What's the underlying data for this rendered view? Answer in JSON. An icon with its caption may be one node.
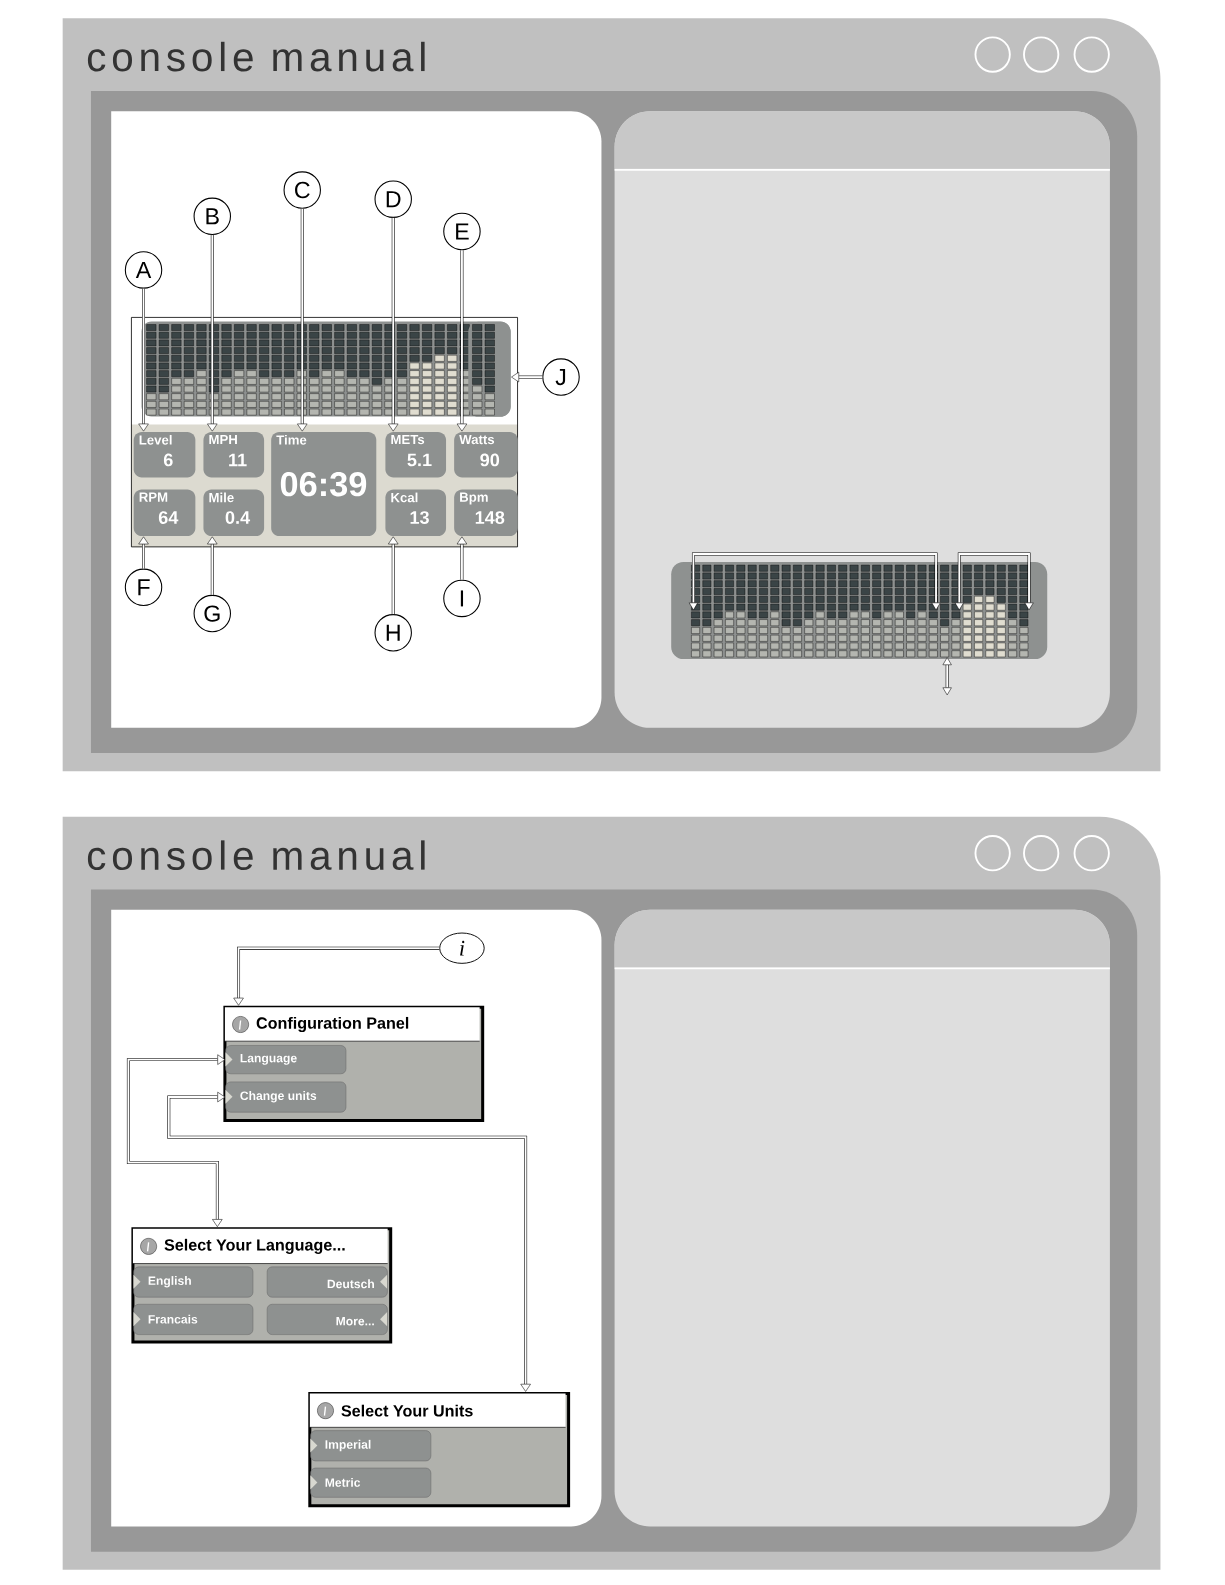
{
  "diagram": {
    "nodes": [
      {
        "text": [
          "A"
        ]
      },
      {
        "text": [
          "B"
        ]
      },
      {
        "text": [
          "C"
        ]
      },
      {
        "text": [
          "D"
        ]
      },
      {
        "text": [
          "E"
        ]
      },
      {
        "text": [
          "F"
        ]
      },
      {
        "text": [
          "G"
        ]
      },
      {
        "text": [
          "H"
        ]
      },
      {
        "text": [
          "I"
        ]
      },
      {
        "text": [
          "J"
        ]
      },
      {
        "text": [
          "Level",
          "6"
        ]
      },
      {
        "text": [
          "MPH",
          "11"
        ]
      },
      {
        "text": [
          "Time",
          "06:39"
        ]
      },
      {
        "text": [
          "METs",
          "5.1"
        ]
      },
      {
        "text": [
          "Watts",
          "90"
        ]
      },
      {
        "text": [
          "RPM",
          "64"
        ]
      },
      {
        "text": [
          "Mile",
          "0.4"
        ]
      },
      {
        "text": [
          "Kcal",
          "13"
        ]
      },
      {
        "text": [
          "Bpm",
          "148"
        ]
      },
      {
        "text": [],
        "shape": "box"
      },
      {
        "text": [
          "i"
        ]
      },
      {
        "text": [
          "Configuration Panel"
        ]
      },
      {
        "text": [
          "Language"
        ],
        "in": 21
      },
      {
        "text": [
          "Change units"
        ],
        "in": 21
      },
      {
        "text": [
          "Select Your Language..."
        ]
      },
      {
        "text": [
          "English"
        ],
        "in": 24
      },
      {
        "text": [
          "Deutsch"
        ],
        "in": 24
      },
      {
        "text": [
          "Francais"
        ],
        "in": 24
      },
      {
        "text": [
          "More..."
        ],
        "in": 24
      },
      {
        "text": [
          "Select Your Units"
        ]
      },
      {
        "text": [
          "Imperial"
        ],
        "in": 29
      },
      {
        "text": [
          "Metric"
        ],
        "in": 29
      }
    ],
    "edges": [
      {
        "from": 0,
        "to": 10,
        "arrow": "to"
      },
      {
        "from": 1,
        "to": 11,
        "arrow": "to"
      },
      {
        "from": 2,
        "to": 12,
        "arrow": "to"
      },
      {
        "from": 3,
        "to": 13,
        "arrow": "to"
      },
      {
        "from": 4,
        "to": 14,
        "arrow": "to"
      },
      {
        "from": 5,
        "to": 15,
        "arrow": "to"
      },
      {
        "from": 6,
        "to": 16,
        "arrow": "to"
      },
      {
        "from": 7,
        "to": 17,
        "arrow": "to"
      },
      {
        "from": 8,
        "to": 18,
        "arrow": "to"
      },
      {
        "from": 9,
        "to": 19,
        "arrow": "to"
      },
      {
        "from": 20,
        "to": 21,
        "arrow": "to"
      },
      {
        "from": 22,
        "to": 24,
        "arrow": "both"
      },
      {
        "from": 23,
        "to": 29,
        "arrow": "both"
      }
    ],
    "labels": [
      "console manual",
      "console manual"
    ]
  }
}
